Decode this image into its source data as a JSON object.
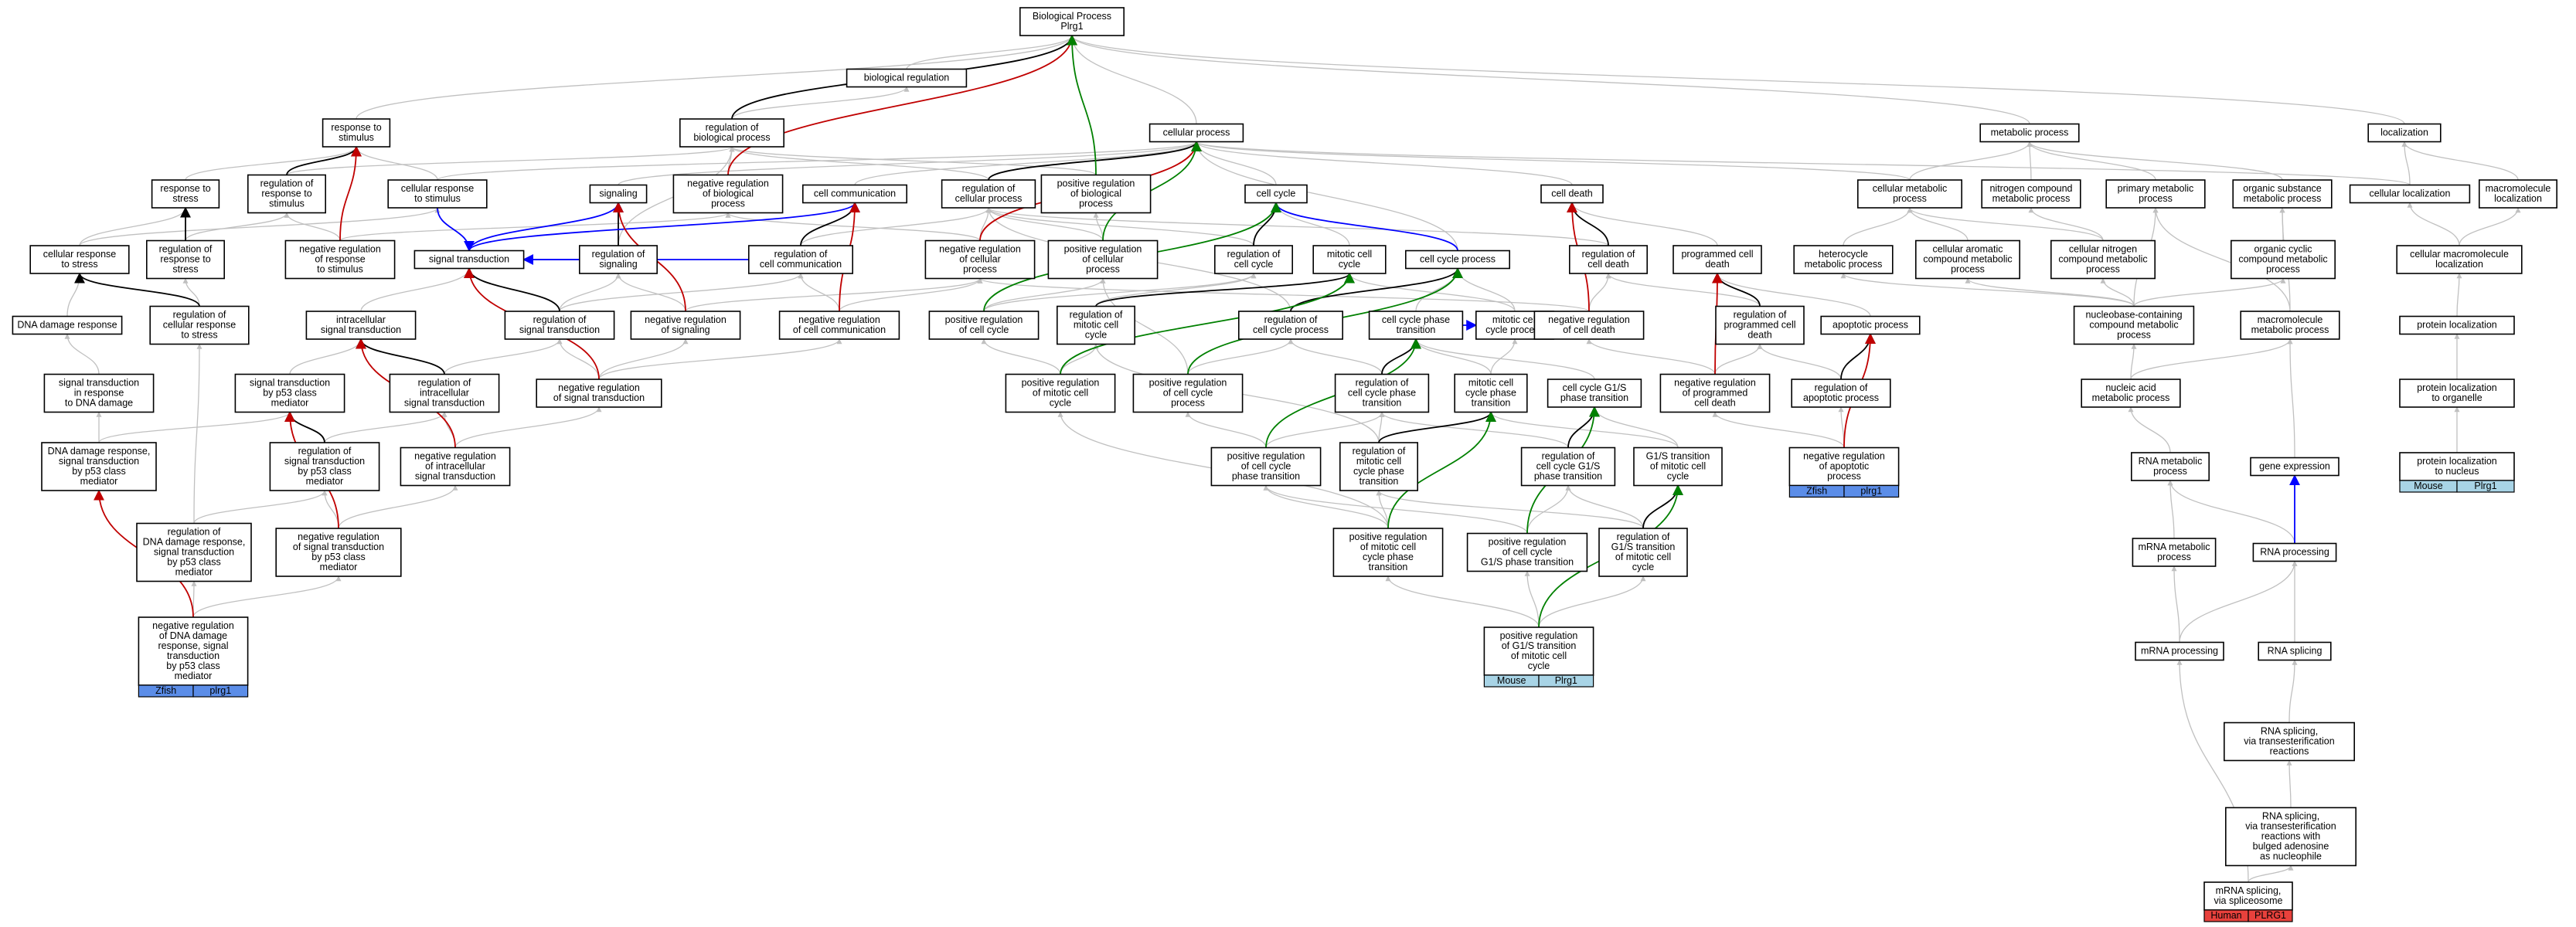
{
  "nodes": [
    {
      "id": "bp",
      "lines": [
        "Biological Process",
        "Plrg1"
      ]
    },
    {
      "id": "breg",
      "lines": [
        "biological regulation"
      ]
    },
    {
      "id": "rstim",
      "lines": [
        "response to",
        "stimulus"
      ]
    },
    {
      "id": "rbp",
      "lines": [
        "regulation of",
        "biological process"
      ]
    },
    {
      "id": "cp",
      "lines": [
        "cellular process"
      ]
    },
    {
      "id": "mp",
      "lines": [
        "metabolic process"
      ]
    },
    {
      "id": "loc",
      "lines": [
        "localization"
      ]
    },
    {
      "id": "rstress",
      "lines": [
        "response to",
        "stress"
      ]
    },
    {
      "id": "rrstim",
      "lines": [
        "regulation of",
        "response to",
        "stimulus"
      ]
    },
    {
      "id": "crstim",
      "lines": [
        "cellular response",
        "to stimulus"
      ]
    },
    {
      "id": "sig",
      "lines": [
        "signaling"
      ]
    },
    {
      "id": "nrbp",
      "lines": [
        "negative regulation",
        "of biological",
        "process"
      ]
    },
    {
      "id": "cc",
      "lines": [
        "cell communication"
      ]
    },
    {
      "id": "rcp",
      "lines": [
        "regulation of",
        "cellular process"
      ]
    },
    {
      "id": "prbp",
      "lines": [
        "positive regulation",
        "of biological",
        "process"
      ]
    },
    {
      "id": "ccyc",
      "lines": [
        "cell cycle"
      ]
    },
    {
      "id": "cdeath",
      "lines": [
        "cell death"
      ]
    },
    {
      "id": "cmp",
      "lines": [
        "cellular metabolic",
        "process"
      ]
    },
    {
      "id": "ncmp",
      "lines": [
        "nitrogen compound",
        "metabolic process"
      ]
    },
    {
      "id": "pmp",
      "lines": [
        "primary metabolic",
        "process"
      ]
    },
    {
      "id": "osmp",
      "lines": [
        "organic substance",
        "metabolic process"
      ]
    },
    {
      "id": "cloc",
      "lines": [
        "cellular localization"
      ]
    },
    {
      "id": "mloc",
      "lines": [
        "macromolecule",
        "localization"
      ]
    },
    {
      "id": "crstress",
      "lines": [
        "cellular response",
        "to stress"
      ]
    },
    {
      "id": "rrstress",
      "lines": [
        "regulation of",
        "response to",
        "stress"
      ]
    },
    {
      "id": "nrrstim",
      "lines": [
        "negative regulation",
        "of response",
        "to stimulus"
      ]
    },
    {
      "id": "st",
      "lines": [
        "signal transduction"
      ]
    },
    {
      "id": "rsig",
      "lines": [
        "regulation of",
        "signaling"
      ]
    },
    {
      "id": "rcc",
      "lines": [
        "regulation of",
        "cell communication"
      ]
    },
    {
      "id": "nrcp",
      "lines": [
        "negative regulation",
        "of cellular",
        "process"
      ]
    },
    {
      "id": "prcp",
      "lines": [
        "positive regulation",
        "of cellular",
        "process"
      ]
    },
    {
      "id": "rccyc",
      "lines": [
        "regulation of",
        "cell cycle"
      ]
    },
    {
      "id": "mcc",
      "lines": [
        "mitotic cell",
        "cycle"
      ]
    },
    {
      "id": "ccp",
      "lines": [
        "cell cycle process"
      ]
    },
    {
      "id": "rcd",
      "lines": [
        "regulation of",
        "cell death"
      ]
    },
    {
      "id": "pcd",
      "lines": [
        "programmed cell",
        "death"
      ]
    },
    {
      "id": "hmp",
      "lines": [
        "heterocycle",
        "metabolic process"
      ]
    },
    {
      "id": "cacmp",
      "lines": [
        "cellular aromatic",
        "compound metabolic",
        "process"
      ]
    },
    {
      "id": "cncmp",
      "lines": [
        "cellular nitrogen",
        "compound metabolic",
        "process"
      ]
    },
    {
      "id": "occmp",
      "lines": [
        "organic cyclic",
        "compound metabolic",
        "process"
      ]
    },
    {
      "id": "cmloc",
      "lines": [
        "cellular macromolecule",
        "localization"
      ]
    },
    {
      "id": "ddr",
      "lines": [
        "DNA damage response"
      ]
    },
    {
      "id": "rcrstress",
      "lines": [
        "regulation of",
        "cellular response",
        "to stress"
      ]
    },
    {
      "id": "ist",
      "lines": [
        "intracellular",
        "signal transduction"
      ]
    },
    {
      "id": "rst",
      "lines": [
        "regulation of",
        "signal transduction"
      ]
    },
    {
      "id": "nrsig",
      "lines": [
        "negative regulation",
        "of signaling"
      ]
    },
    {
      "id": "nrcc",
      "lines": [
        "negative regulation",
        "of cell communication"
      ]
    },
    {
      "id": "prcc",
      "lines": [
        "positive regulation",
        "of cell cycle"
      ]
    },
    {
      "id": "rmcc",
      "lines": [
        "regulation of",
        "mitotic cell",
        "cycle"
      ]
    },
    {
      "id": "rccp",
      "lines": [
        "regulation of",
        "cell cycle process"
      ]
    },
    {
      "id": "ccpt",
      "lines": [
        "cell cycle phase",
        "transition"
      ]
    },
    {
      "id": "mccp",
      "lines": [
        "mitotic cell",
        "cycle process"
      ]
    },
    {
      "id": "nrcd",
      "lines": [
        "negative regulation",
        "of cell death"
      ]
    },
    {
      "id": "rpcd",
      "lines": [
        "regulation of",
        "programmed cell",
        "death"
      ]
    },
    {
      "id": "apop",
      "lines": [
        "apoptotic process"
      ]
    },
    {
      "id": "ncmp2",
      "lines": [
        "nucleobase-containing",
        "compound metabolic",
        "process"
      ]
    },
    {
      "id": "macmp",
      "lines": [
        "macromolecule",
        "metabolic process"
      ]
    },
    {
      "id": "ploc",
      "lines": [
        "protein localization"
      ]
    },
    {
      "id": "stddr",
      "lines": [
        "signal transduction",
        "in response",
        "to DNA damage"
      ]
    },
    {
      "id": "stp53",
      "lines": [
        "signal transduction",
        "by p53 class",
        "mediator"
      ]
    },
    {
      "id": "rist",
      "lines": [
        "regulation of",
        "intracellular",
        "signal transduction"
      ]
    },
    {
      "id": "nrst",
      "lines": [
        "negative regulation",
        "of signal transduction"
      ]
    },
    {
      "id": "prmcc",
      "lines": [
        "positive regulation",
        "of mitotic cell",
        "cycle"
      ]
    },
    {
      "id": "prccp",
      "lines": [
        "positive regulation",
        "of cell cycle",
        "process"
      ]
    },
    {
      "id": "rccpt",
      "lines": [
        "regulation of",
        "cell cycle phase",
        "transition"
      ]
    },
    {
      "id": "mccpt",
      "lines": [
        "mitotic cell",
        "cycle phase",
        "transition"
      ]
    },
    {
      "id": "ccg1s",
      "lines": [
        "cell cycle G1/S",
        "phase transition"
      ]
    },
    {
      "id": "nrpcd",
      "lines": [
        "negative regulation",
        "of programmed",
        "cell death"
      ]
    },
    {
      "id": "rap",
      "lines": [
        "regulation of",
        "apoptotic process"
      ]
    },
    {
      "id": "nmp",
      "lines": [
        "nucleic acid",
        "metabolic process"
      ]
    },
    {
      "id": "plorg",
      "lines": [
        "protein localization",
        "to organelle"
      ]
    },
    {
      "id": "ddrp53",
      "lines": [
        "DNA damage response,",
        "signal transduction",
        "by p53 class",
        "mediator"
      ]
    },
    {
      "id": "rstp53",
      "lines": [
        "regulation of",
        "signal transduction",
        "by p53 class",
        "mediator"
      ]
    },
    {
      "id": "nrist",
      "lines": [
        "negative regulation",
        "of intracellular",
        "signal transduction"
      ]
    },
    {
      "id": "prccpt",
      "lines": [
        "positive regulation",
        "of cell cycle",
        "phase transition"
      ]
    },
    {
      "id": "rmccpt",
      "lines": [
        "regulation of",
        "mitotic cell",
        "cycle phase",
        "transition"
      ]
    },
    {
      "id": "rccg1s",
      "lines": [
        "regulation of",
        "cell cycle G1/S",
        "phase transition"
      ]
    },
    {
      "id": "g1smcc",
      "lines": [
        "G1/S transition",
        "of mitotic cell",
        "cycle"
      ]
    },
    {
      "id": "nrap",
      "lines": [
        "negative regulation",
        "of apoptotic",
        "process"
      ]
    },
    {
      "id": "rnamp",
      "lines": [
        "RNA metabolic",
        "process"
      ]
    },
    {
      "id": "gexp",
      "lines": [
        "gene expression"
      ]
    },
    {
      "id": "plnuc",
      "lines": [
        "protein localization",
        "to nucleus"
      ]
    },
    {
      "id": "rddrp53",
      "lines": [
        "regulation of",
        "DNA damage response,",
        "signal transduction",
        "by p53 class",
        "mediator"
      ]
    },
    {
      "id": "nrstp53",
      "lines": [
        "negative regulation",
        "of signal transduction",
        "by p53 class",
        "mediator"
      ]
    },
    {
      "id": "prmccpt",
      "lines": [
        "positive regulation",
        "of mitotic cell",
        "cycle phase",
        "transition"
      ]
    },
    {
      "id": "prccg1s",
      "lines": [
        "positive regulation",
        "of cell cycle",
        "G1/S phase transition"
      ]
    },
    {
      "id": "rg1smcc",
      "lines": [
        "regulation of",
        "G1/S transition",
        "of mitotic cell",
        "cycle"
      ]
    },
    {
      "id": "mrnamp",
      "lines": [
        "mRNA metabolic",
        "process"
      ]
    },
    {
      "id": "rnap",
      "lines": [
        "RNA processing"
      ]
    },
    {
      "id": "nrddrp53",
      "lines": [
        "negative regulation",
        "of DNA damage",
        "response, signal",
        "transduction",
        "by p53 class",
        "mediator"
      ]
    },
    {
      "id": "prg1smcc",
      "lines": [
        "positive regulation",
        "of G1/S transition",
        "of mitotic cell",
        "cycle"
      ]
    },
    {
      "id": "mrnap",
      "lines": [
        "mRNA processing"
      ]
    },
    {
      "id": "rnas",
      "lines": [
        "RNA splicing"
      ]
    },
    {
      "id": "rnast",
      "lines": [
        "RNA splicing,",
        "via transesterification",
        "reactions"
      ]
    },
    {
      "id": "rnastb",
      "lines": [
        "RNA splicing,",
        "via transesterification",
        "reactions with",
        "bulged adenosine",
        "as nucleophile"
      ]
    },
    {
      "id": "mrnas",
      "lines": [
        "mRNA splicing,",
        "via spliceosome"
      ]
    }
  ],
  "annotations": [
    {
      "node": "nrddrp53",
      "species": "Zfish",
      "gene": "plrg1",
      "color": "#5b8de8"
    },
    {
      "node": "nrap",
      "species": "Zfish",
      "gene": "plrg1",
      "color": "#5b8de8"
    },
    {
      "node": "prg1smcc",
      "species": "Mouse",
      "gene": "Plrg1",
      "color": "#a8d4e6"
    },
    {
      "node": "plnuc",
      "species": "Mouse",
      "gene": "Plrg1",
      "color": "#a8d4e6"
    },
    {
      "node": "mrnas",
      "species": "Human",
      "gene": "PLRG1",
      "color": "#e8413c"
    }
  ],
  "edge_colors": {
    "is_a": "#c0c0c0",
    "part_of": "#000000",
    "regulates": "#0000ff",
    "negatively_regulates": "#c00000",
    "positively_regulates": "#008000"
  }
}
